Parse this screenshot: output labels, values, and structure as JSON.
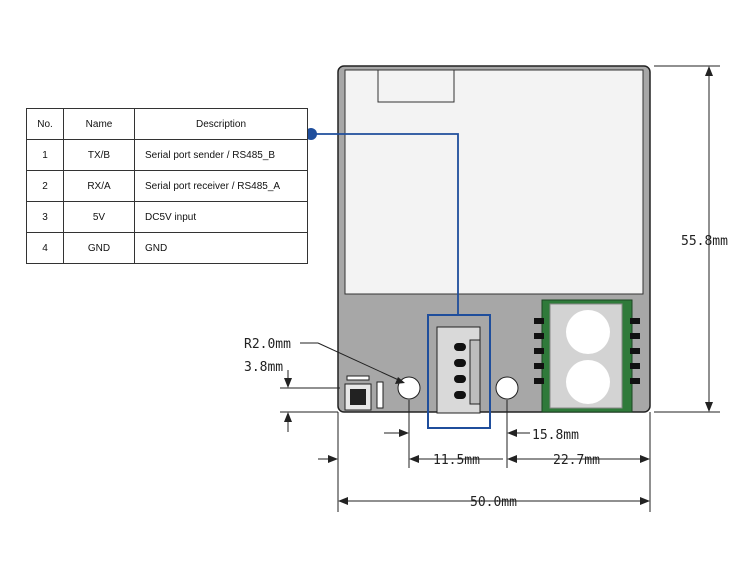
{
  "pin_table": {
    "headers": [
      "No.",
      "Name",
      "Description"
    ],
    "rows": [
      {
        "no": "1",
        "name": "TX/B",
        "desc": "Serial port sender / RS485_B"
      },
      {
        "no": "2",
        "name": "RX/A",
        "desc": "Serial port receiver / RS485_A"
      },
      {
        "no": "3",
        "name": "5V",
        "desc": "DC5V input"
      },
      {
        "no": "4",
        "name": "GND",
        "desc": "GND"
      }
    ]
  },
  "dimensions": {
    "height": "55.8mm",
    "width": "50.0mm",
    "hole_radius": "R2.0mm",
    "hole_offset": "3.8mm",
    "connector_offset": "11.5mm",
    "sensor_offset": "22.7mm",
    "hole2_offset": "15.8mm"
  },
  "colors": {
    "board": "#a7a7a7",
    "shield": "#f2f2f2",
    "sensor": "#2f7a3a",
    "callout": "#1f4e9c"
  }
}
